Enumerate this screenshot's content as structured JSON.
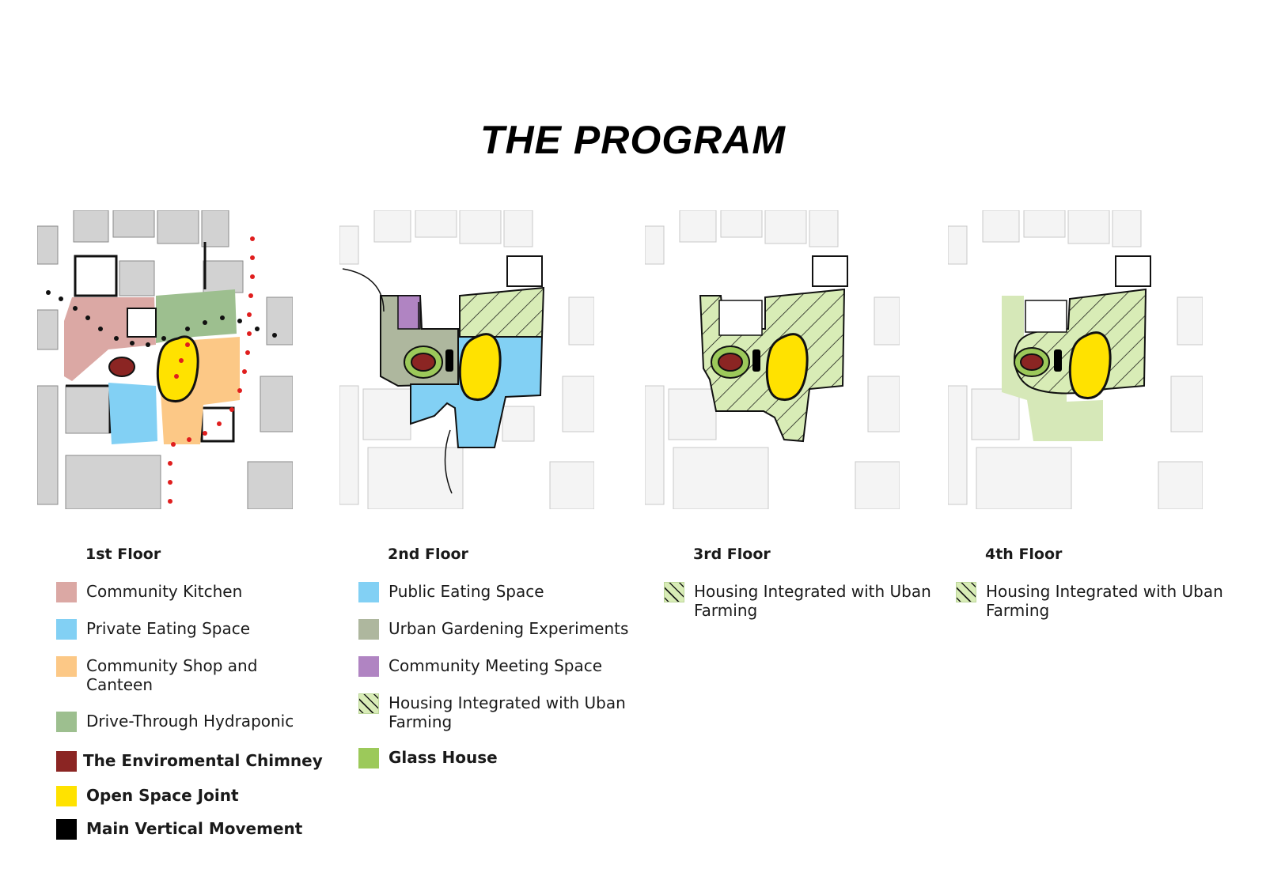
{
  "title": "THE PROGRAM",
  "colors": {
    "community_kitchen": "#dba8a4",
    "private_eating": "#82d0f4",
    "community_shop": "#fcc886",
    "hydraponic": "#9dbf8f",
    "chimney": "#8b2523",
    "open_space": "#ffe200",
    "vertical": "#000000",
    "public_eating": "#82d0f4",
    "urban_gardening": "#aeb79e",
    "meeting": "#b084c2",
    "housing_hatch": "#d8ecb6",
    "glass_house": "#9cc95a"
  },
  "floors": [
    {
      "title": "1st Floor",
      "legend": [
        {
          "label": "Community Kitchen",
          "swatch": "community_kitchen"
        },
        {
          "label": "Private Eating Space",
          "swatch": "private_eating"
        },
        {
          "label": "Community Shop and Canteen",
          "swatch": "community_shop"
        },
        {
          "label": "Drive-Through Hydraponic",
          "swatch": "hydraponic"
        },
        {
          "label": "The Enviromental Chimney",
          "swatch": "chimney"
        },
        {
          "label": "Open Space Joint",
          "swatch": "open_space"
        },
        {
          "label": "Main Vertical Movement",
          "swatch": "vertical"
        }
      ]
    },
    {
      "title": "2nd Floor",
      "legend": [
        {
          "label": "Public Eating Space",
          "swatch": "public_eating"
        },
        {
          "label": "Urban Gardening Experiments",
          "swatch": "urban_gardening"
        },
        {
          "label": "Community Meeting Space",
          "swatch": "meeting"
        },
        {
          "label": "Housing Integrated with Uban Farming",
          "swatch": "housing_hatch"
        },
        {
          "label": "Glass House",
          "swatch": "glass_house"
        }
      ]
    },
    {
      "title": "3rd Floor",
      "legend": [
        {
          "label": "Housing Integrated with Uban Farming",
          "swatch": "housing_hatch"
        }
      ]
    },
    {
      "title": "4th Floor",
      "legend": [
        {
          "label": "Housing Integrated with Uban Farming",
          "swatch": "housing_hatch"
        }
      ]
    }
  ]
}
